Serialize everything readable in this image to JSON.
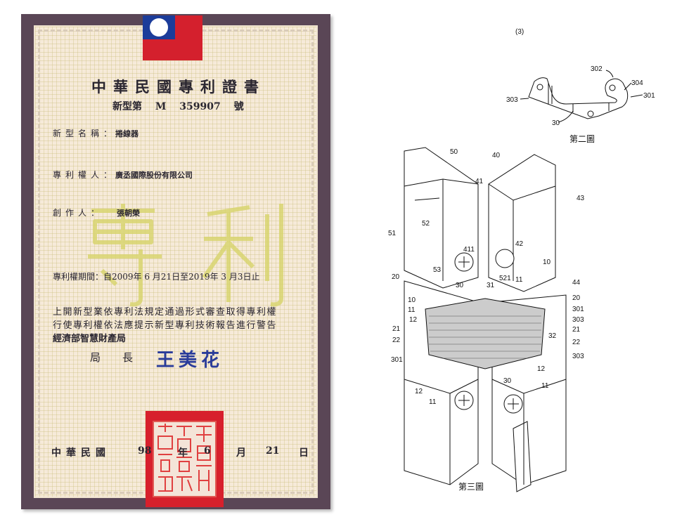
{
  "certificate": {
    "title": "中華民國專利證書",
    "patent_number_line": "新型第 M 359907 號",
    "name_label": "新型名稱：",
    "name_value": "捲線器",
    "assignee_label": "專利權人：",
    "assignee_value": "廣丞國際股份有限公司",
    "inventor_label": "創作人：",
    "inventor_value": "張朝榮",
    "term_line": "專利權期間：自2009年 6 月21日至2019年 3 月3日止",
    "body_line1": "上開新型業依專利法規定通過形式審查取得專利權",
    "body_line2": "行使專利權依法應提示新型專利技術報告進行警告",
    "office": "經濟部智慧財產局",
    "director_label": "局　長",
    "director_signature": "王美花",
    "watermark": "專利",
    "seal_text": "經濟部智慧財產局",
    "date": {
      "era": "中華民國",
      "year": "98",
      "year_unit": "年",
      "month": "6",
      "month_unit": "月",
      "day": "21",
      "day_unit": "日"
    }
  },
  "drawings": {
    "page_marker": "(3)",
    "figure2": {
      "caption": "第二圖",
      "labels": [
        "302",
        "304",
        "301",
        "303",
        "30"
      ]
    },
    "figure3": {
      "caption": "第三圖",
      "labels": [
        "50",
        "40",
        "41",
        "43",
        "52",
        "51",
        "411",
        "42",
        "10",
        "53",
        "30",
        "31",
        "521",
        "11",
        "44",
        "20",
        "20",
        "10",
        "11",
        "301",
        "12",
        "303",
        "21",
        "21",
        "32",
        "22",
        "22",
        "301",
        "303",
        "12",
        "30",
        "11",
        "12",
        "11"
      ]
    }
  }
}
